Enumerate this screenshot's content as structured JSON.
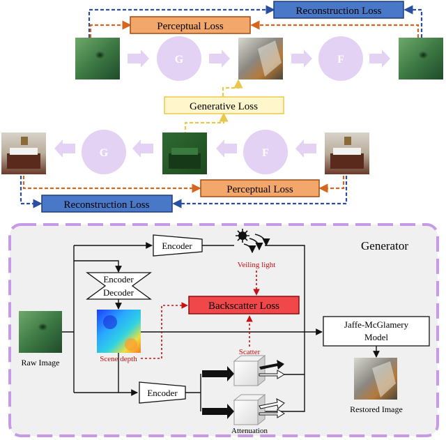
{
  "top": {
    "reconstruction_loss": "Reconstruction Loss",
    "perceptual_loss": "Perceptual Loss",
    "generative_loss": "Generative Loss",
    "g_label": "G",
    "f_label": "F"
  },
  "bottom_row": {
    "g_label": "G",
    "f_label": "F",
    "perceptual_loss": "Perceptual Loss",
    "reconstruction_loss": "Reconstruction Loss"
  },
  "generator": {
    "title": "Generator",
    "encoder_top": "Encoder",
    "encoder_mid": "Encoder",
    "decoder": "Decoder",
    "encoder_bottom": "Encoder",
    "veiling_light": "Veiling light",
    "backscatter_loss": "Backscatter Loss",
    "scene_depth": "Scene depth",
    "scatter": "Scatter",
    "attenuation": "Attenuation",
    "raw_image": "Raw Image",
    "jaffe_line1": "Jaffe-McGlamery",
    "jaffe_line2": "Model",
    "restored_image": "Restored Image"
  },
  "colors": {
    "blue_box": "#4a78c8",
    "orange_box": "#f4a76a",
    "yellow_box": "#fff6cc",
    "red_box": "#f0484a",
    "purple_circle": "#e3d2f3",
    "purple_dash": "#c79ae8",
    "panel_bg": "#f0f0f0"
  }
}
